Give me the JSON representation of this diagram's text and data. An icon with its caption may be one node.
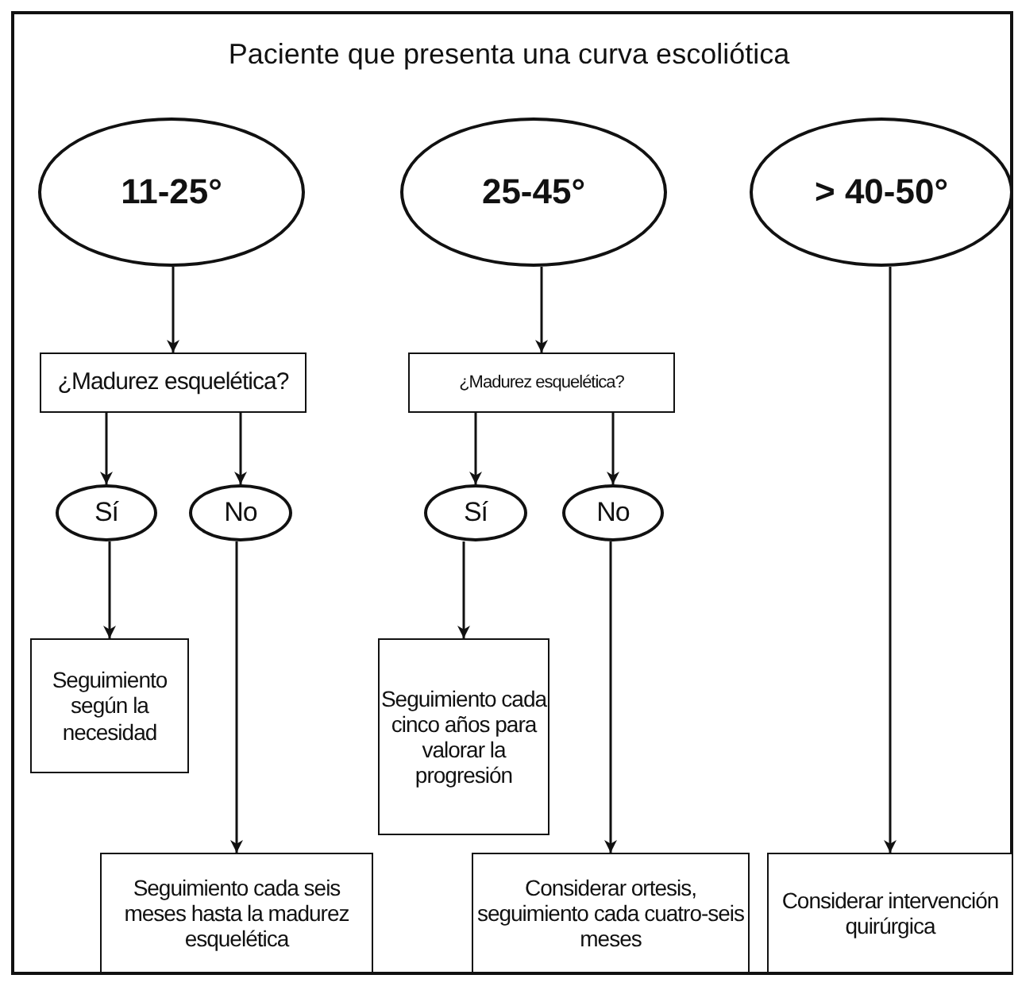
{
  "diagram": {
    "title": "Paciente que presenta una curva escoliótica",
    "nodes": [
      {
        "text": [
          "11-25°"
        ]
      },
      {
        "text": [
          "25-45°"
        ]
      },
      {
        "text": [
          "> 40-50°"
        ]
      },
      {
        "text": [
          "¿Madurez esquelética?"
        ]
      },
      {
        "text": [
          "¿Madurez esquelética?"
        ]
      },
      {
        "text": [
          "Sí"
        ]
      },
      {
        "text": [
          "No"
        ]
      },
      {
        "text": [
          "Sí"
        ]
      },
      {
        "text": [
          "No"
        ]
      },
      {
        "text": [
          "Seguimiento según la necesidad"
        ]
      },
      {
        "text": [
          "Seguimiento cada cinco años para valorar la progresión"
        ]
      },
      {
        "text": [
          "Seguimiento cada seis meses hasta la madurez esquelética"
        ]
      },
      {
        "text": [
          "Considerar ortesis, seguimiento cada cuatro-seis meses"
        ]
      },
      {
        "text": [
          "Considerar intervención quirúrgica"
        ]
      }
    ],
    "edges": [
      {
        "from": 0,
        "to": 3,
        "arrow": "to"
      },
      {
        "from": 1,
        "to": 4,
        "arrow": "to"
      },
      {
        "from": 2,
        "to": 13,
        "arrow": "to"
      },
      {
        "from": 3,
        "to": 5,
        "arrow": "to"
      },
      {
        "from": 3,
        "to": 6,
        "arrow": "to"
      },
      {
        "from": 4,
        "to": 7,
        "arrow": "to"
      },
      {
        "from": 4,
        "to": 8,
        "arrow": "to"
      },
      {
        "from": 5,
        "to": 9,
        "arrow": "to"
      },
      {
        "from": 6,
        "to": 11,
        "arrow": "to"
      },
      {
        "from": 7,
        "to": 10,
        "arrow": "to"
      },
      {
        "from": 8,
        "to": 12,
        "arrow": "to"
      }
    ]
  }
}
